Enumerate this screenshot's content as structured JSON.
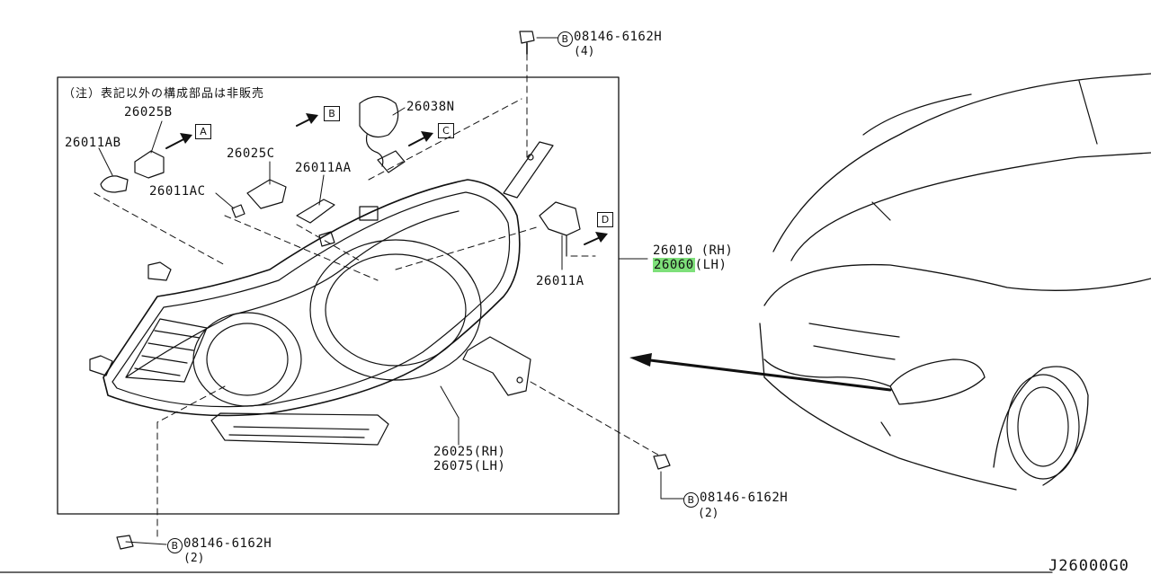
{
  "note": "（注）表記以外の構成部品は非販売",
  "callouts": {
    "a": "A",
    "b": "B",
    "c": "C",
    "d": "D"
  },
  "parts": {
    "p26025B": "26025B",
    "p26011AB": "26011AB",
    "p26011AC": "26011AC",
    "p26025C": "26025C",
    "p26011AA": "26011AA",
    "p26038N": "26038N",
    "p26011A": "26011A",
    "p26010": "26010 (RH)",
    "p26060": "26060",
    "p26060_side": "(LH)",
    "p26025rh": "26025(RH)",
    "p26075lh": "26075(LH)"
  },
  "bolts": {
    "circle_letter": "B",
    "top_part": "08146-6162H",
    "top_qty": "(4)",
    "right_part": "08146-6162H",
    "right_qty": "(2)",
    "left_part": "08146-6162H",
    "left_qty": "(2)"
  },
  "diagram_ref": "J26000G0",
  "colors": {
    "line": "#111111",
    "highlight": "#7ee07a"
  }
}
